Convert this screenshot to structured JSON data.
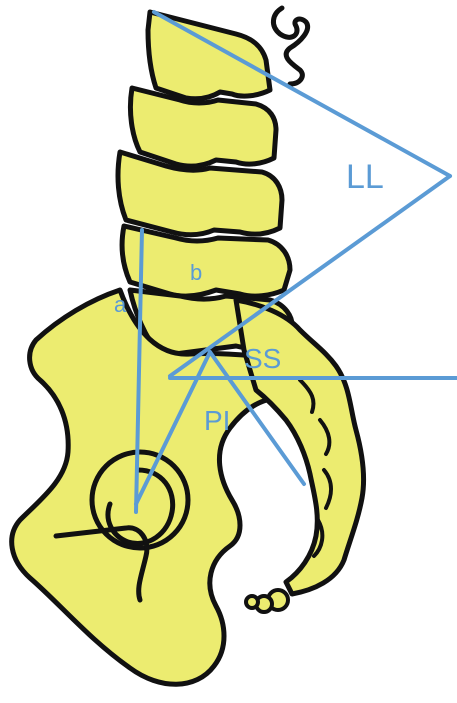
{
  "diagram": {
    "labels": {
      "lumbar_lordosis": "LL",
      "sacral_slope": "SS",
      "pelvic_incidence": "PI",
      "point_a": "a",
      "point_b": "b"
    },
    "colors": {
      "bone_fill": "#ecec70",
      "outline": "#111111",
      "measure_lines": "#5b9bd5",
      "background": "#ffffff"
    }
  }
}
